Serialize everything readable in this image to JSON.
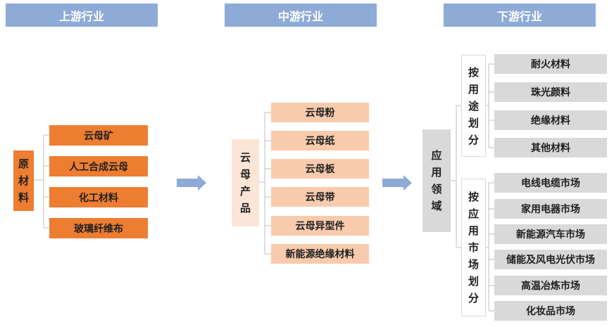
{
  "headers": {
    "upstream": "上游行业",
    "midstream": "中游行业",
    "downstream": "下游行业"
  },
  "upstream": {
    "label_chars": [
      "原",
      "材",
      "料"
    ],
    "items": [
      "云母矿",
      "人工合成云母",
      "化工材料",
      "玻璃纤维布"
    ]
  },
  "midstream": {
    "label_chars": [
      "云",
      "母",
      "产",
      "品"
    ],
    "items": [
      "云母粉",
      "云母纸",
      "云母板",
      "云母带",
      "云母异型件",
      "新能源绝缘材料"
    ]
  },
  "downstream": {
    "label_chars": [
      "应",
      "用",
      "领",
      "域"
    ],
    "by_use": {
      "label_chars": [
        "按",
        "用",
        "途",
        "划",
        "分"
      ],
      "items": [
        "耐火材料",
        "珠光颜料",
        "绝缘材料",
        "其他材料"
      ]
    },
    "by_market": {
      "label_chars": [
        "按",
        "应",
        "用",
        "市",
        "场",
        "划",
        "分"
      ],
      "items": [
        "电线电缆市场",
        "家用电器市场",
        "新能源汽车市场",
        "储能及风电光伏市场",
        "高温冶炼市场",
        "化妆品市场"
      ]
    }
  },
  "colors": {
    "header": "#8eaad7",
    "upstream": "#ed7d31",
    "midstream_item": "#f8cbad",
    "midstream_label": "#fbe5d6",
    "downstream": "#d9d9d9",
    "arrow": "#8eaad7",
    "connector": "#bfbfbf"
  }
}
